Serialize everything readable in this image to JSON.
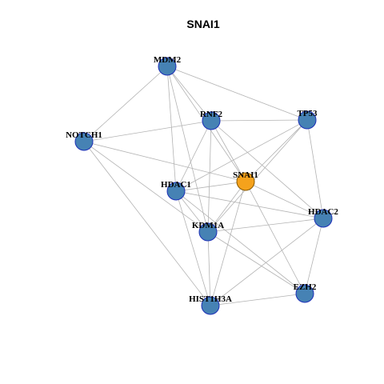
{
  "title": "SNAI1",
  "colors": {
    "edge": "#b3b3b3",
    "default_node_fill": "#4682b4",
    "default_node_stroke": "#1c2fb8",
    "hub_node_fill": "#f5a21c",
    "hub_node_stroke": "#8a5a00"
  },
  "network": {
    "nodes": [
      {
        "id": "MDM2",
        "label": "MDM2",
        "hub": false
      },
      {
        "id": "RNF2",
        "label": "RNF2",
        "hub": false
      },
      {
        "id": "TP53",
        "label": "TP53",
        "hub": false
      },
      {
        "id": "NOTCH1",
        "label": "NOTCH1",
        "hub": false
      },
      {
        "id": "HDAC1",
        "label": "HDAC1",
        "hub": false
      },
      {
        "id": "SNAI1",
        "label": "SNAI1",
        "hub": true
      },
      {
        "id": "HDAC2",
        "label": "HDAC2",
        "hub": false
      },
      {
        "id": "KDM1A",
        "label": "KDM1A",
        "hub": false
      },
      {
        "id": "HIST1H3A",
        "label": "HIST1H3A",
        "hub": false
      },
      {
        "id": "EZH2",
        "label": "EZH2",
        "hub": false
      }
    ],
    "edges": [
      [
        "MDM2",
        "NOTCH1"
      ],
      [
        "MDM2",
        "RNF2"
      ],
      [
        "MDM2",
        "TP53"
      ],
      [
        "MDM2",
        "HDAC1"
      ],
      [
        "MDM2",
        "SNAI1"
      ],
      [
        "MDM2",
        "KDM1A"
      ],
      [
        "NOTCH1",
        "RNF2"
      ],
      [
        "NOTCH1",
        "SNAI1"
      ],
      [
        "NOTCH1",
        "KDM1A"
      ],
      [
        "NOTCH1",
        "HIST1H3A"
      ],
      [
        "RNF2",
        "TP53"
      ],
      [
        "RNF2",
        "HDAC1"
      ],
      [
        "RNF2",
        "SNAI1"
      ],
      [
        "RNF2",
        "KDM1A"
      ],
      [
        "RNF2",
        "HDAC2"
      ],
      [
        "TP53",
        "SNAI1"
      ],
      [
        "TP53",
        "HDAC1"
      ],
      [
        "TP53",
        "KDM1A"
      ],
      [
        "TP53",
        "HDAC2"
      ],
      [
        "HDAC1",
        "SNAI1"
      ],
      [
        "HDAC1",
        "KDM1A"
      ],
      [
        "HDAC1",
        "HDAC2"
      ],
      [
        "HDAC1",
        "HIST1H3A"
      ],
      [
        "HDAC1",
        "EZH2"
      ],
      [
        "SNAI1",
        "KDM1A"
      ],
      [
        "SNAI1",
        "HDAC2"
      ],
      [
        "SNAI1",
        "HIST1H3A"
      ],
      [
        "SNAI1",
        "EZH2"
      ],
      [
        "KDM1A",
        "HDAC2"
      ],
      [
        "KDM1A",
        "HIST1H3A"
      ],
      [
        "KDM1A",
        "EZH2"
      ],
      [
        "HDAC2",
        "EZH2"
      ],
      [
        "HDAC2",
        "HIST1H3A"
      ],
      [
        "HIST1H3A",
        "EZH2"
      ]
    ]
  }
}
